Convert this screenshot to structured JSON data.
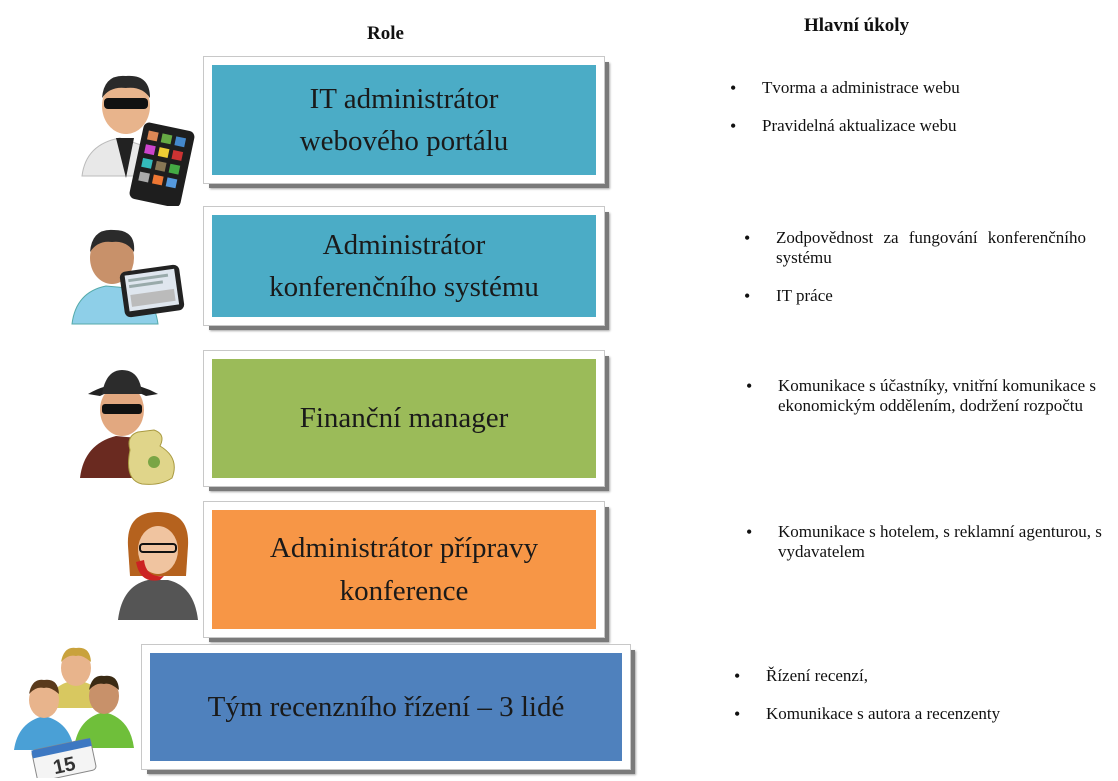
{
  "headers": {
    "role": "Role",
    "tasks": "Hlavní úkoly"
  },
  "roles": [
    {
      "lines": [
        "IT administrátor",
        "webového portálu"
      ],
      "color": "#4bacc6",
      "icon": "it-admin-tablet-icon"
    },
    {
      "lines": [
        "Administrátor",
        "konferenčního systému"
      ],
      "color": "#4bacc6",
      "icon": "admin-tablet-icon"
    },
    {
      "lines": [
        "Finanční manager"
      ],
      "color": "#9bbb59",
      "icon": "finance-manager-moneybag-icon"
    },
    {
      "lines": [
        "Administrátor přípravy",
        "konference"
      ],
      "color": "#f79646",
      "icon": "woman-phone-icon"
    },
    {
      "lines": [
        "Tým recenzního řízení – 3 lidé"
      ],
      "color": "#4f81bd",
      "icon": "team-calendar-icon"
    }
  ],
  "tasks": [
    [
      "Tvorma a administrace webu",
      "Pravidelná aktualizace webu"
    ],
    [
      "Zodpovědnost za fungování konferenčního systému",
      "IT práce"
    ],
    [
      "Komunikace s účastníky, vnitřní komunikace s ekonomickým oddělením, dodržení rozpočtu"
    ],
    [
      "Komunikace s hotelem, s reklamní agenturou, s vydavatelem"
    ],
    [
      "Řízení recenzí,",
      " Komunikace s autora a recenzenty"
    ]
  ],
  "calendar": {
    "day": "15"
  }
}
